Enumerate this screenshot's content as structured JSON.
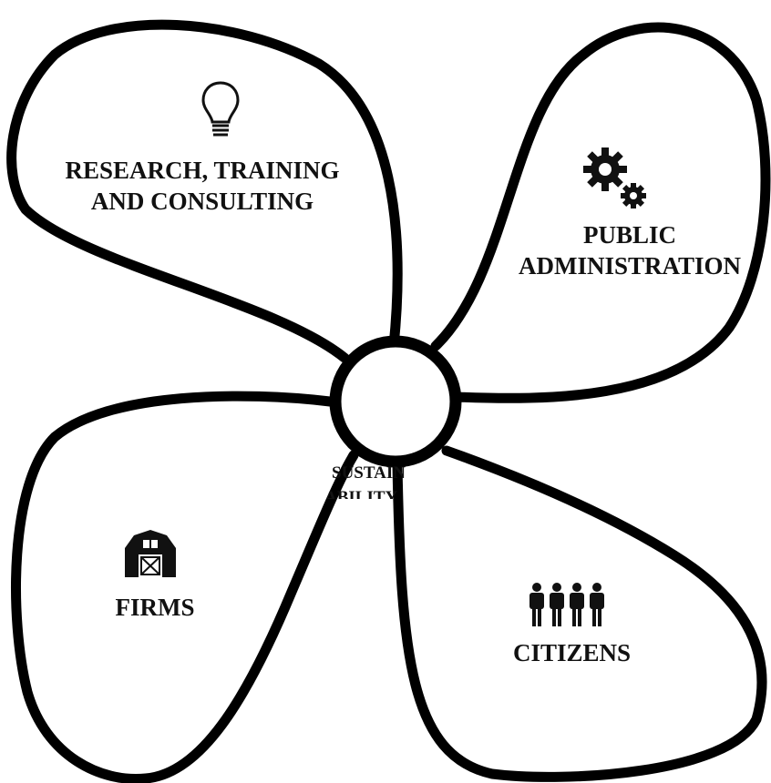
{
  "petals": {
    "research": {
      "line1": "RESEARCH, TRAINING",
      "line2": "AND CONSULTING",
      "icon": "lightbulb-icon"
    },
    "public": {
      "line1": "PUBLIC",
      "line2": "ADMINISTRATION",
      "icon": "gears-icon"
    },
    "firms": {
      "label": "FIRMS",
      "icon": "barn-icon"
    },
    "citizens": {
      "label": "CITIZENS",
      "icon": "people-icon"
    }
  },
  "center": {
    "line1": "SUSTAIN",
    "line2": "ABILITY"
  },
  "colors": {
    "stroke": "#000000",
    "fill": "#ffffff",
    "text": "#111111"
  }
}
